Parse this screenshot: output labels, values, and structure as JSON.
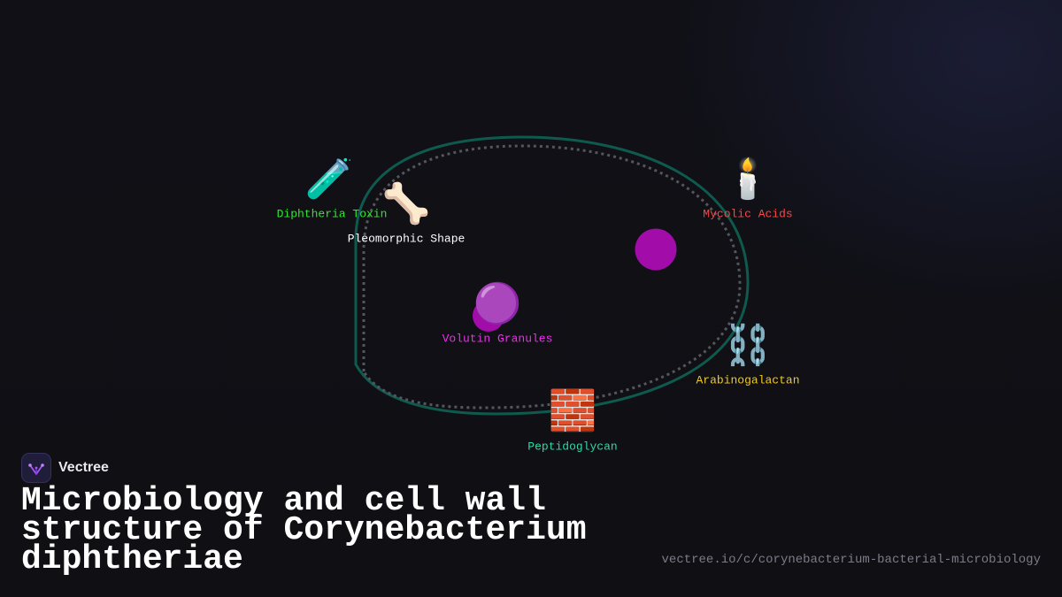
{
  "brand": {
    "name": "Vectree",
    "logo_icon": "vectree-logo-icon"
  },
  "title": "Microbiology and cell wall structure of Corynebacterium diphtheriae",
  "source_url": "vectree.io/c/corynebacterium-bacterial-microbiology",
  "colors": {
    "background": "#0f0f14",
    "cell_outline": "#0f5a4e",
    "inner_membrane_dash": "#55555e",
    "granule": "#a20ca8",
    "toxin_label": "#2ee82e",
    "mycolic_label": "#ff4444",
    "shape_label": "#ffffff",
    "volutin_label": "#e632e6",
    "arabino_label": "#f2c820",
    "peptido_label": "#2ed8a8"
  },
  "diagram": {
    "components": [
      {
        "id": "diphtheria-toxin",
        "label": "Diphtheria Toxin",
        "icon_name": "test-tube-icon",
        "icon": "🧪",
        "label_color": "#2ee82e"
      },
      {
        "id": "pleomorphic-shape",
        "label": "Pleomorphic Shape",
        "icon_name": "bone-icon",
        "icon": "🦴",
        "label_color": "#ffffff"
      },
      {
        "id": "mycolic-acids",
        "label": "Mycolic Acids",
        "icon_name": "candle-icon",
        "icon": "🕯️",
        "label_color": "#ff4444"
      },
      {
        "id": "volutin-granules",
        "label": "Volutin Granules",
        "icon_name": "purple-circle-icon",
        "icon": "🟣",
        "label_color": "#e632e6"
      },
      {
        "id": "arabinogalactan",
        "label": "Arabinogalactan",
        "icon_name": "chain-icon",
        "icon": "⛓️",
        "label_color": "#f2c820"
      },
      {
        "id": "peptidoglycan",
        "label": "Peptidoglycan",
        "icon_name": "brick-icon",
        "icon": "🧱",
        "label_color": "#2ed8a8"
      }
    ]
  }
}
